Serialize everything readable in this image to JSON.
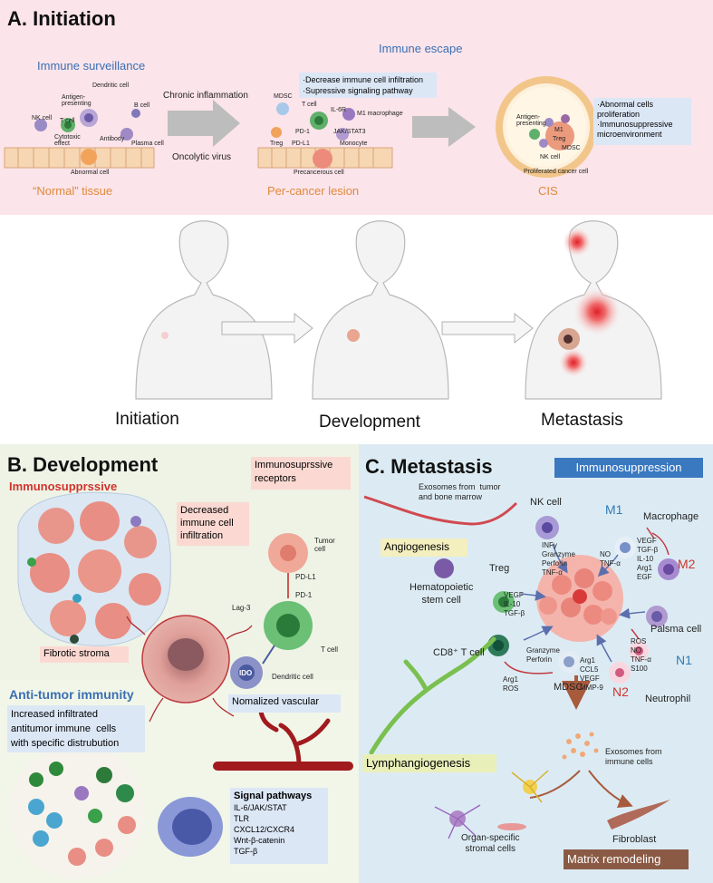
{
  "panelA": {
    "title": "A. Initiation",
    "immune_surveillance": "Immune surveillance",
    "immune_escape": "Immune escape",
    "chronic_inflammation": "Chronic inflammation",
    "oncolytic_virus": "Oncolytic virus",
    "escape_box": [
      "·Decrease immune cell infiltration",
      "·Supressive signaling pathway"
    ],
    "cis_box": [
      "·Abnormal cells",
      " proliferation",
      "·Immunosuppressive",
      " microenvironment"
    ],
    "normal_tissue": "“Normal” tissue",
    "precancer": "Per-cancer lesion",
    "cis": "CIS",
    "labels1": {
      "dendritic": "Dendritic cell",
      "antigen": "Antigen-\npresenting",
      "tcell": "T cell",
      "bcell": "B cell",
      "nk": "NK cell",
      "cytotoxic": "Cytotoxic\neffect",
      "antibody": "Antibody",
      "plasma": "Plasma cell",
      "abnormal": "Abnormal cell"
    },
    "labels2": {
      "mdsc": "MDSC",
      "tcell": "T cell",
      "il6r": "IL-6R",
      "m1": "M1 macrophage",
      "pd1": "PD-1",
      "pdl1": "PD-L1",
      "treg": "Treg",
      "jak": "JAK/STAT3",
      "monocyte": "Monocyte",
      "precancer_cell": "Precancerous cell"
    },
    "labels3": {
      "antigen": "Antigen-\npresenting",
      "m1": "M1",
      "treg": "Treg",
      "mdsc": "MDSC",
      "nk": "NK cell",
      "prolif": "Proliferated  cancer cell"
    }
  },
  "stages": [
    "Initiation",
    "Development",
    "Metastasis"
  ],
  "panelB": {
    "title": "B. Development",
    "immunosuppressive": "Immunosupprssive",
    "decreased": "Decreased\nimmune cell\ninfiltration",
    "receptors": "Immunosuprssive\nreceptors",
    "tumor_cell": "Tumor\ncell",
    "pdl1": "PD-L1",
    "pd1": "PD-1",
    "lag3": "Lag-3",
    "tcell": "T cell",
    "ido": "IDO",
    "dendritic": "Dendritic cell",
    "fibrotic": "Fibrotic stroma",
    "anti_tumor": "Anti-tumor immunity",
    "increased": "Increased infiltrated\nantitumor immune  cells\nwith specific distrubution",
    "normalized": "Nomalized vascular",
    "signal_title": "Signal pathways",
    "signals": [
      "IL-6/JAK/STAT",
      "TLR",
      "CXCL12/CXCR4",
      "Wnt-β-catenin",
      "TGF-β"
    ]
  },
  "panelC": {
    "title": "C. Metastasis",
    "immunosuppression": "Immunosuppression",
    "exosomes_tumor": "Exosomes from  tumor\nand bone marrow",
    "nk": "NK cell",
    "nk_factors": "INFγ\nGranzyme\nPerforin\nTNF-α",
    "m1": "M1",
    "macrophage": "Macrophage",
    "m1_factors": "NO\nTNF-α",
    "m2": "M2",
    "m2_factors": "VEGF\nTGF-β\nIL-10\nArg1\nEGF",
    "angiogenesis": "Angiogenesis",
    "hsc": "Hematopoietic\nstem cell",
    "treg": "Treg",
    "treg_factors": "VEGF\nIL-10\nTGF-β",
    "palsma": "Palsma cell",
    "n1": "N1",
    "n1_factors": "ROS\nNO\nTNF-α\nS100",
    "cd8": "CD8⁺ T cell",
    "cd8_factors": "Granzyme\nPerforin",
    "mdsc_factors": "Arg1\nROS",
    "n2_factors": "Arg1\nCCL5\nVEGF\nMMP-9",
    "mdsc": "MDSC",
    "n2": "N2",
    "neutrophil": "Neutrophil",
    "lymph": "Lymphangiogenesis",
    "exosomes_immune": "Exosomes from\nimmune cells",
    "organ": "Organ-specific\nstromal cells",
    "fibroblast": "Fibroblast",
    "matrix": "Matrix remodeling"
  },
  "colors": {
    "pink_bg": "#fbe4ea",
    "blue_title": "#2f6db5",
    "orange_title": "#e08a3c",
    "red_title": "#d0342c",
    "green_box": "#e9efb9",
    "blue_box": "#3a78c0",
    "brown_box": "#8a5a44"
  }
}
